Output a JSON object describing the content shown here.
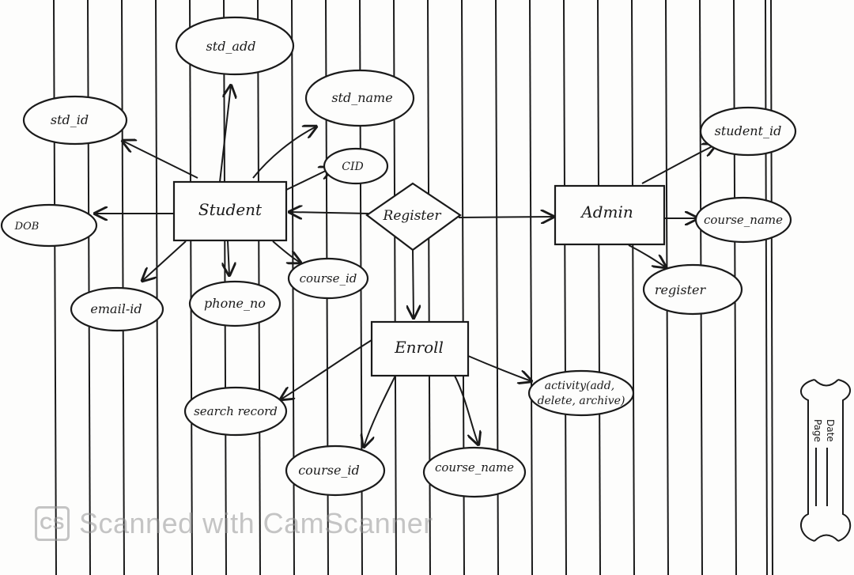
{
  "entities": {
    "student": "Student",
    "admin": "Admin",
    "enroll": "Enroll"
  },
  "relationships": {
    "register": "Register"
  },
  "attributes": {
    "std_add": "std_add",
    "std_name": "std_name",
    "std_id": "std_id",
    "cid": "CID",
    "dob": "DOB",
    "email_id": "email-id",
    "phone_no": "phone_no",
    "course_id_student": "course_id",
    "student_id": "student_id",
    "course_name_admin": "course_name",
    "register_attr": "register",
    "search_record": "search record",
    "course_id_enroll": "course_id",
    "course_name_enroll": "course_name",
    "activity_line1": "activity(add,",
    "activity_line2": "delete, archive)"
  },
  "margin_stamp": {
    "date_label": "Date",
    "page_label": "Page"
  },
  "watermark": {
    "logo": "CS",
    "text": "Scanned with CamScanner"
  },
  "colors": {
    "ink": "#1a1a1a",
    "paper": "#fdfdfc",
    "watermark": "#969696"
  }
}
